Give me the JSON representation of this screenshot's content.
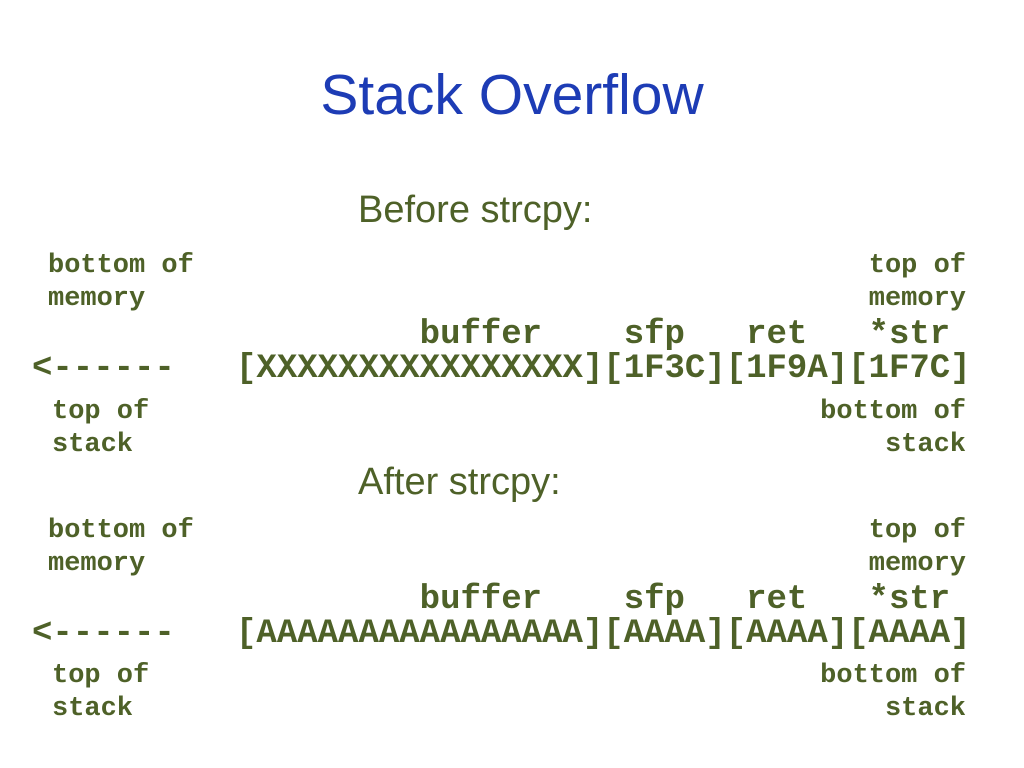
{
  "title": "Stack Overflow",
  "colors": {
    "title_blue": "#1d3cb5",
    "text_green": "#4e6128",
    "background": "#ffffff"
  },
  "sections": [
    {
      "heading": "Before strcpy:",
      "top_left_label": "bottom of\nmemory",
      "top_right_label": "top of\nmemory",
      "header_row": "                   buffer    sfp   ret   *str",
      "data_row": "<------   [XXXXXXXXXXXXXXXX][1F3C][1F9A][1F7C]",
      "bottom_left_label": "top of\nstack",
      "bottom_right_label": "bottom of\nstack"
    },
    {
      "heading": "After strcpy:",
      "top_left_label": "bottom of\nmemory",
      "top_right_label": "top of\nmemory",
      "header_row": "                   buffer    sfp   ret   *str",
      "data_row": "<------   [AAAAAAAAAAAAAAAA][AAAA][AAAA][AAAA]",
      "bottom_left_label": "top of\nstack",
      "bottom_right_label": "bottom of\nstack"
    }
  ]
}
